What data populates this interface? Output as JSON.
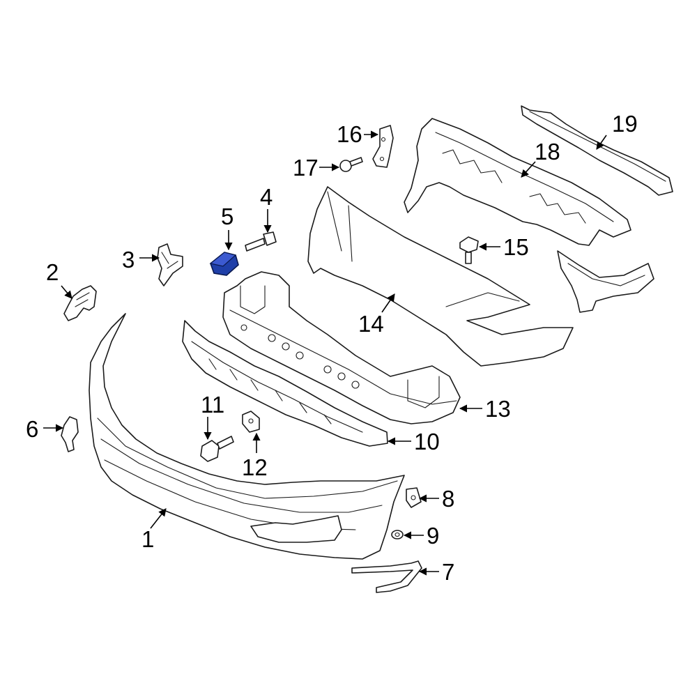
{
  "diagram": {
    "highlight_color": "#1f3fa8",
    "line_color": "#1a1a1a",
    "highlighted_part": "5",
    "callouts": [
      {
        "id": "c1",
        "label": "1"
      },
      {
        "id": "c2",
        "label": "2"
      },
      {
        "id": "c3",
        "label": "3"
      },
      {
        "id": "c4",
        "label": "4"
      },
      {
        "id": "c5",
        "label": "5"
      },
      {
        "id": "c6",
        "label": "6"
      },
      {
        "id": "c7",
        "label": "7"
      },
      {
        "id": "c8",
        "label": "8"
      },
      {
        "id": "c9",
        "label": "9"
      },
      {
        "id": "c10",
        "label": "10"
      },
      {
        "id": "c11",
        "label": "11"
      },
      {
        "id": "c12",
        "label": "12"
      },
      {
        "id": "c13",
        "label": "13"
      },
      {
        "id": "c14",
        "label": "14"
      },
      {
        "id": "c15",
        "label": "15"
      },
      {
        "id": "c16",
        "label": "16"
      },
      {
        "id": "c17",
        "label": "17"
      },
      {
        "id": "c18",
        "label": "18"
      },
      {
        "id": "c19",
        "label": "19"
      }
    ]
  }
}
